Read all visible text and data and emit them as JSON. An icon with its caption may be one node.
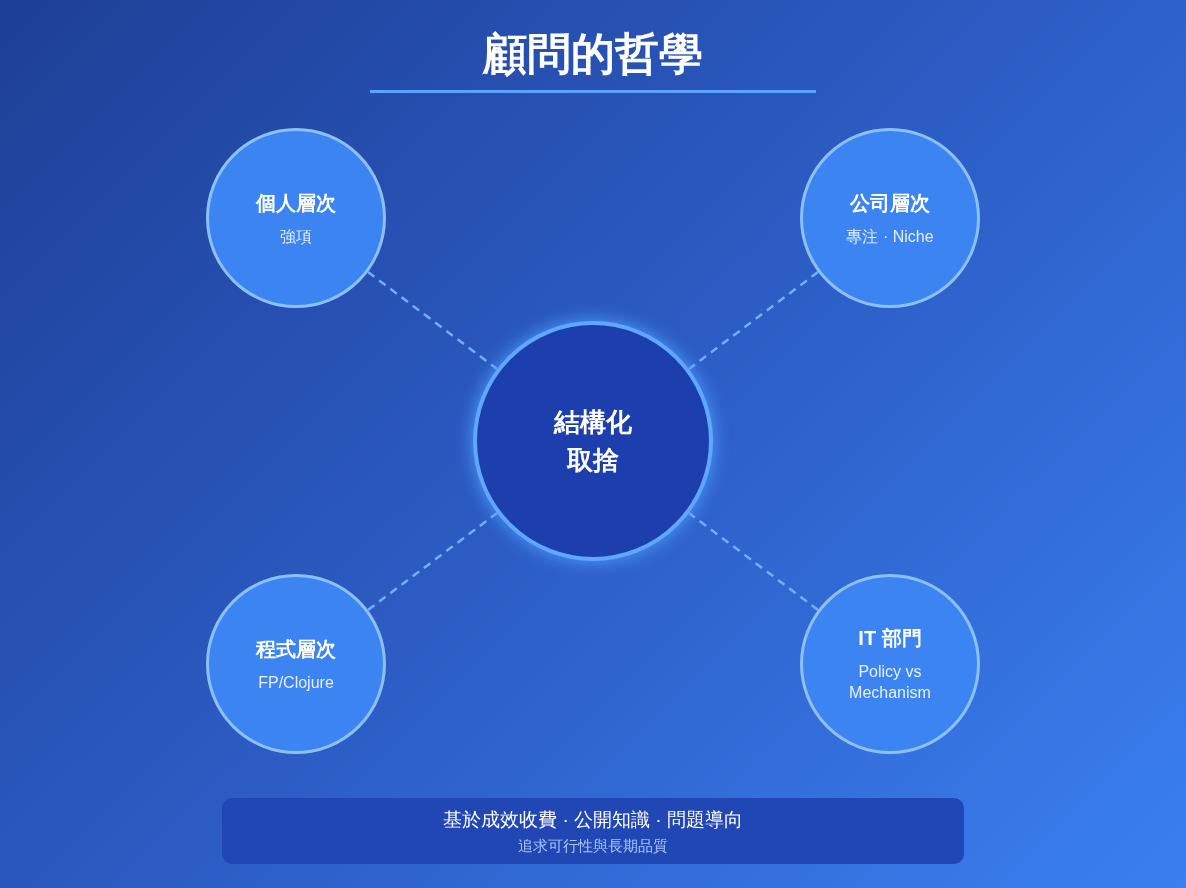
{
  "diagram": {
    "title": "顧問的哲學",
    "nodes": [
      {
        "text": [
          "結構化取捨"
        ]
      },
      {
        "text": [
          "個人層次",
          "強項"
        ]
      },
      {
        "text": [
          "公司層次",
          "專注 · Niche"
        ]
      },
      {
        "text": [
          "程式層次",
          "FP/Clojure"
        ]
      },
      {
        "text": [
          "IT 部門",
          "Policy vs Mechanism"
        ]
      },
      {
        "text": [
          "基於成效收費 · 公開知識 · 問題導向",
          "追求可行性與長期品質"
        ]
      }
    ],
    "edges": [
      {
        "from": 1,
        "to": 0,
        "arrow": "none",
        "style": "dashed"
      },
      {
        "from": 2,
        "to": 0,
        "arrow": "none",
        "style": "dashed"
      },
      {
        "from": 3,
        "to": 0,
        "arrow": "none",
        "style": "dashed"
      },
      {
        "from": 4,
        "to": 0,
        "arrow": "none",
        "style": "dashed"
      }
    ]
  }
}
